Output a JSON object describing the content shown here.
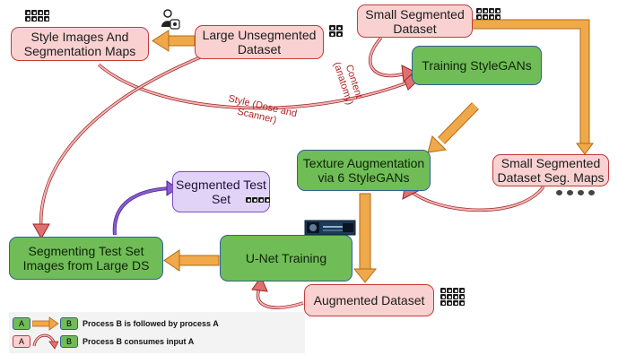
{
  "nodes": {
    "style_images": "Style Images And Segmentation Maps",
    "large_unsegmented": "Large Unsegmented Dataset",
    "small_segmented": "Small Segmented Dataset",
    "training_stylegans": "Training StyleGANs",
    "texture_augmentation": "Texture Augmentation via 6 StyleGANs",
    "small_seg_maps": "Small Segmented Dataset Seg. Maps",
    "segmented_test_set": "Segmented Test Set",
    "segmenting_test_set": "Segmenting Test Set Images from Large DS",
    "unet_training": "U-Net Training",
    "augmented_dataset": "Augmented Dataset"
  },
  "annotations": {
    "style_line1": "Style (Dose and",
    "style_line2": "Scanner)",
    "content_line1": "Content",
    "content_line2": "(anatomy)"
  },
  "legend": {
    "a": "A",
    "b": "B",
    "follow_text": "Process B is followed by process A",
    "consume_text": "Process B consumes input A"
  },
  "colors": {
    "input_fill": "#f9d1d1",
    "input_border": "#c23b3b",
    "process_fill": "#70bd57",
    "process_border": "#2f5f99",
    "output_fill": "#e1d3f7",
    "output_border": "#7c4cc4",
    "flow_arrow": "#f0a94a",
    "consume_arrow": "#c23b3b"
  },
  "icons": [
    "person-icon",
    "ct-scan-thumbnails-icon",
    "training-screenshot-icon"
  ]
}
